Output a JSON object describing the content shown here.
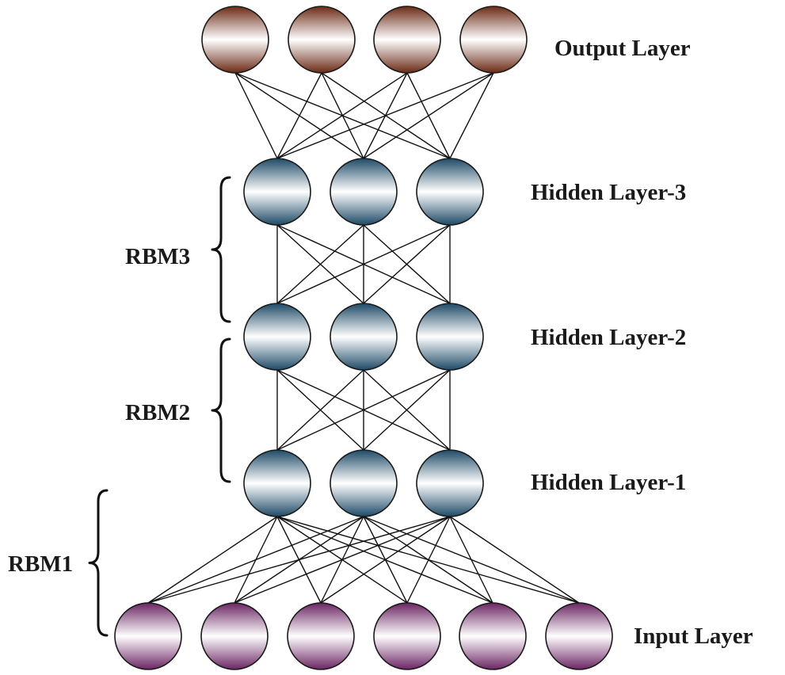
{
  "layers": [
    {
      "id": "output",
      "label": "Output Layer",
      "nodes": 4,
      "color": "#6b2a15"
    },
    {
      "id": "hidden3",
      "label": "Hidden Layer-3",
      "nodes": 3,
      "color": "#1e4a67"
    },
    {
      "id": "hidden2",
      "label": "Hidden Layer-2",
      "nodes": 3,
      "color": "#1e4a67"
    },
    {
      "id": "hidden1",
      "label": "Hidden Layer-1",
      "nodes": 3,
      "color": "#1e4a67"
    },
    {
      "id": "input",
      "label": "Input Layer",
      "nodes": 6,
      "color": "#6b2463"
    }
  ],
  "connections": [
    {
      "from": "output",
      "to": "hidden3"
    },
    {
      "from": "hidden3",
      "to": "hidden2"
    },
    {
      "from": "hidden2",
      "to": "hidden1"
    },
    {
      "from": "hidden1",
      "to": "input"
    }
  ],
  "rbms": [
    {
      "id": "rbm3",
      "label": "RBM3",
      "spans": [
        "hidden3",
        "hidden2"
      ]
    },
    {
      "id": "rbm2",
      "label": "RBM2",
      "spans": [
        "hidden2",
        "hidden1"
      ]
    },
    {
      "id": "rbm1",
      "label": "RBM1",
      "spans": [
        "hidden1",
        "input"
      ]
    }
  ]
}
